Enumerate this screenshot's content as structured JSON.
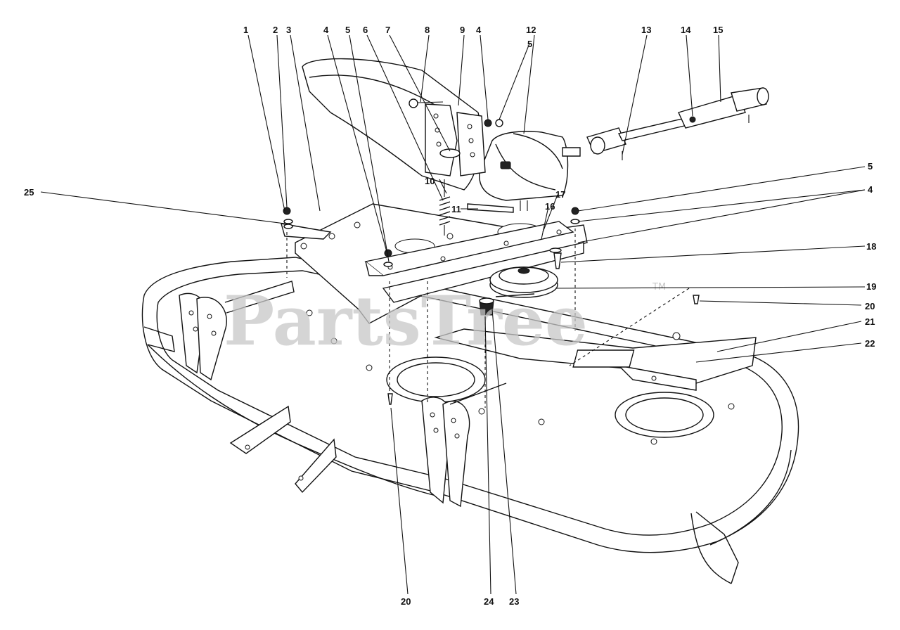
{
  "watermark": {
    "text": "PartsTree",
    "trademark": "TM"
  },
  "callouts": [
    {
      "id": "c1",
      "label": "1"
    },
    {
      "id": "c2",
      "label": "2"
    },
    {
      "id": "c3",
      "label": "3"
    },
    {
      "id": "c4a",
      "label": "4"
    },
    {
      "id": "c5a",
      "label": "5"
    },
    {
      "id": "c6",
      "label": "6"
    },
    {
      "id": "c7",
      "label": "7"
    },
    {
      "id": "c8",
      "label": "8"
    },
    {
      "id": "c9",
      "label": "9"
    },
    {
      "id": "c4b",
      "label": "4"
    },
    {
      "id": "c12",
      "label": "12"
    },
    {
      "id": "c5b",
      "label": "5"
    },
    {
      "id": "c13",
      "label": "13"
    },
    {
      "id": "c14",
      "label": "14"
    },
    {
      "id": "c15",
      "label": "15"
    },
    {
      "id": "c5c",
      "label": "5"
    },
    {
      "id": "c4c",
      "label": "4"
    },
    {
      "id": "c25",
      "label": "25"
    },
    {
      "id": "c10",
      "label": "10"
    },
    {
      "id": "c11",
      "label": "11"
    },
    {
      "id": "c17",
      "label": "17"
    },
    {
      "id": "c16",
      "label": "16"
    },
    {
      "id": "c18",
      "label": "18"
    },
    {
      "id": "c19",
      "label": "19"
    },
    {
      "id": "c20a",
      "label": "20"
    },
    {
      "id": "c21",
      "label": "21"
    },
    {
      "id": "c22",
      "label": "22"
    },
    {
      "id": "c20b",
      "label": "20"
    },
    {
      "id": "c24",
      "label": "24"
    },
    {
      "id": "c23",
      "label": "23"
    }
  ]
}
